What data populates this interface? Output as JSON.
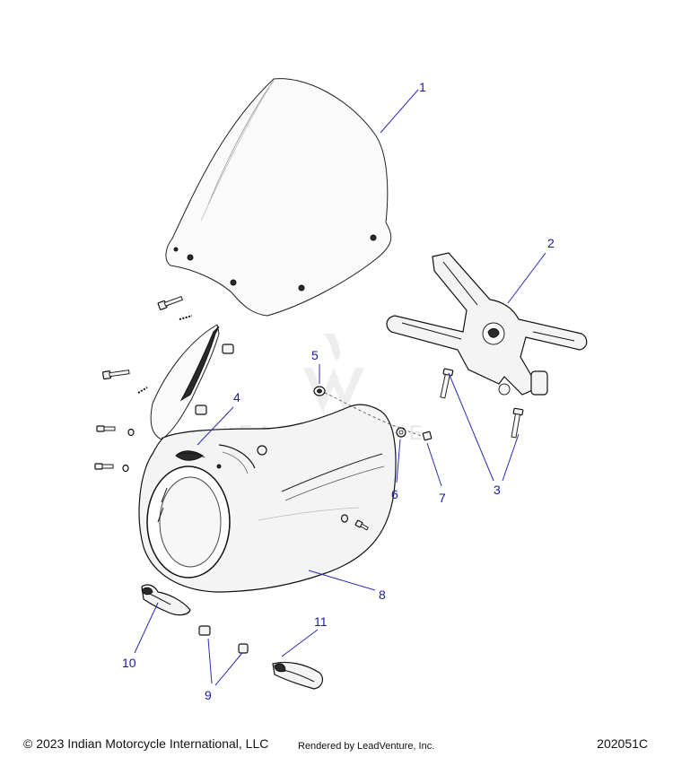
{
  "callouts": [
    "1",
    "2",
    "3",
    "4",
    "5",
    "6",
    "7",
    "8",
    "9",
    "10",
    "11"
  ],
  "watermark": "LEADVENTURE",
  "footer": {
    "copyright": "© 2023 Indian Motorcycle International, LLC",
    "rendered_by": "Rendered by LeadVenture, Inc.",
    "diagram_code": "202051C"
  },
  "colors": {
    "callout": "#1a1aa6",
    "leader": "#2a2ab8",
    "line_art": "#111111"
  }
}
